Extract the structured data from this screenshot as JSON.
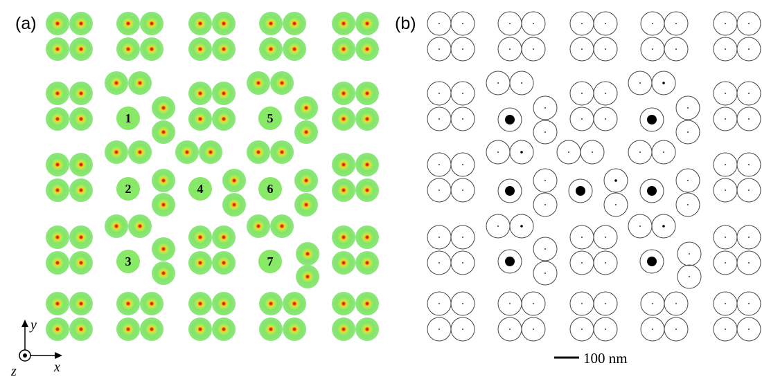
{
  "panels": {
    "a": {
      "label": "(a)"
    },
    "b": {
      "label": "(b)"
    }
  },
  "cavity_labels": [
    "1",
    "2",
    "3",
    "4",
    "5",
    "6",
    "7"
  ],
  "axes": {
    "x": "x",
    "y": "y",
    "z": "z"
  },
  "scale_bar": {
    "label": "100 nm"
  },
  "colors": {
    "rod_fill": "#88e868",
    "rod_core": "#d81818",
    "rod_glow": "#f2e020",
    "outline": "#444444",
    "mode_dot": "#000000"
  }
}
